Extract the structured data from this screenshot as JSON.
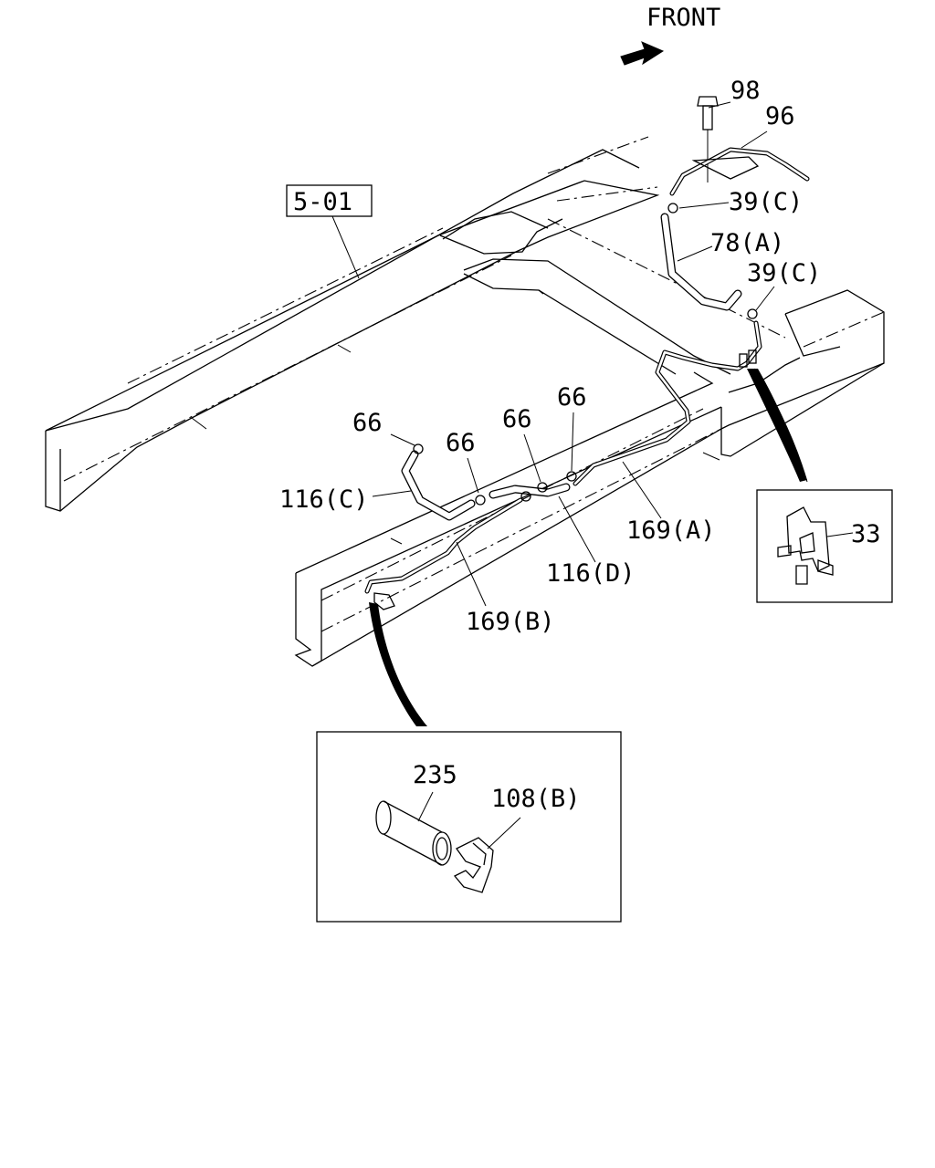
{
  "direction_label": "FRONT",
  "reference_box": "5-01",
  "callouts": {
    "bolt": "98",
    "bracket": "96",
    "clip_upper": "39(C)",
    "hose_upper": "78(A)",
    "clip_lower": "39(C)",
    "clamp_1": "66",
    "clamp_2": "66",
    "clamp_3": "66",
    "clamp_4": "66",
    "hose_c": "116(C)",
    "hose_d": "116(D)",
    "pipe_a": "169(A)",
    "pipe_b": "169(B)",
    "detail_clip": "33",
    "sleeve": "235",
    "retainer": "108(B)"
  },
  "icons": [
    "front-arrow-icon"
  ]
}
